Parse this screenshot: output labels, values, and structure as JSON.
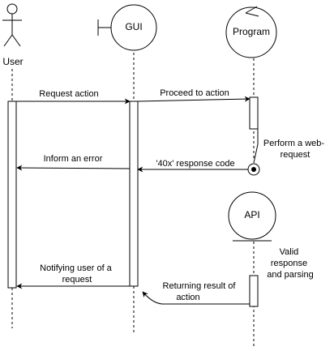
{
  "participants": {
    "user": {
      "label": "User"
    },
    "gui": {
      "label": "GUI"
    },
    "program": {
      "label": "Program"
    },
    "api": {
      "label": "API"
    }
  },
  "messages": {
    "request_action": [
      "Request action"
    ],
    "proceed_to_action": [
      "Proceed to action"
    ],
    "perform_request": [
      "Perform a web-",
      "request"
    ],
    "response_code": [
      "'40x' response code"
    ],
    "inform_error": [
      "Inform an error"
    ],
    "valid_response": [
      "Valid",
      "response",
      "and parsing"
    ],
    "returning_result": [
      "Returning result of",
      "action"
    ],
    "notifying_user": [
      "Notifying user of a",
      "request"
    ]
  }
}
